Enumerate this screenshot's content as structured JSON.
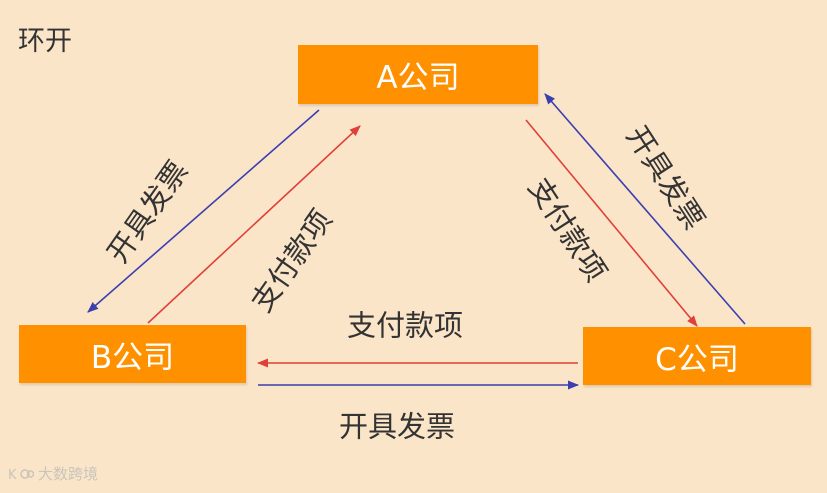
{
  "title": "环开",
  "companies": {
    "a": "A公司",
    "b": "B公司",
    "c": "C公司"
  },
  "labels": {
    "a_to_b": "开具发票",
    "b_to_a": "支付款项",
    "a_to_c": "支付款项",
    "c_to_a": "开具发票",
    "c_to_b": "支付款项",
    "b_to_c": "开具发票"
  },
  "watermark": {
    "text": "大数跨境",
    "logo_text": "K"
  },
  "colors": {
    "background": "#fbe5c8",
    "box": "#ff9000",
    "invoice_arrow": "#3b3fb0",
    "payment_arrow": "#e0403a"
  }
}
